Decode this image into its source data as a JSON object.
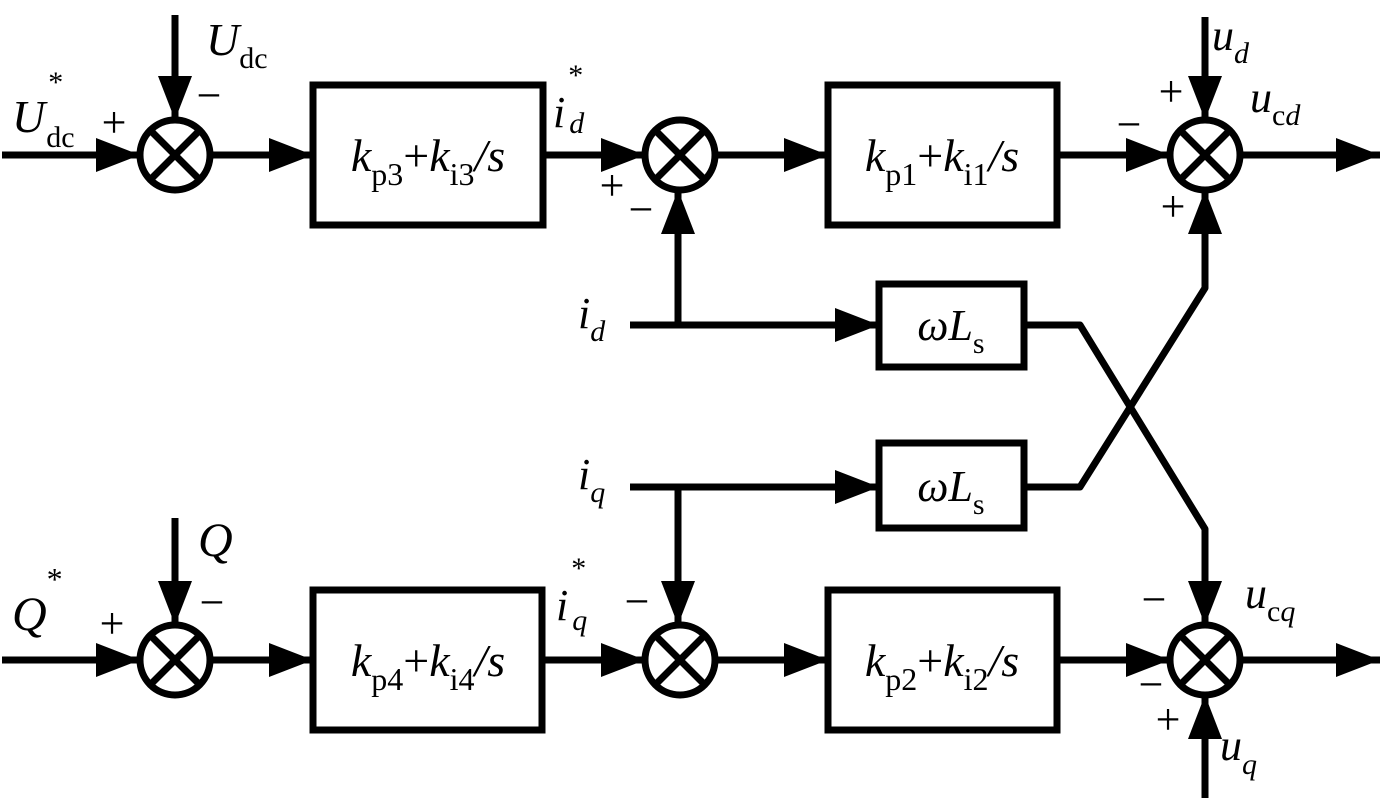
{
  "diagram": {
    "type": "control-block-diagram",
    "background_color": "#ffffff",
    "line_color": "#000000"
  },
  "labels": {
    "udc_ref": {
      "base": "U",
      "sup": "*",
      "sub": "dc"
    },
    "udc": {
      "base": "U",
      "sub": "dc"
    },
    "id_ref": {
      "base": "i",
      "sup": "*",
      "sub": "d"
    },
    "id": {
      "base": "i",
      "sub": "d"
    },
    "iq": {
      "base": "i",
      "sub": "q"
    },
    "iq_ref": {
      "base": "i",
      "sup": "*",
      "sub": "q"
    },
    "q_ref": {
      "base": "Q",
      "sup": "*"
    },
    "q": {
      "base": "Q"
    },
    "ud": {
      "base": "u",
      "sub": "d"
    },
    "ucd": {
      "base": "u",
      "sub": "c",
      "sub2": "d"
    },
    "uq": {
      "base": "u",
      "sub": "q"
    },
    "ucq": {
      "base": "u",
      "sub": "c",
      "sub2": "q"
    }
  },
  "blocks": {
    "pi_vdc": {
      "k1": "k",
      "s1": "p3",
      "plus": "+",
      "k2": "k",
      "s2": "i3",
      "div": "/s"
    },
    "pi_id": {
      "k1": "k",
      "s1": "p1",
      "plus": "+",
      "k2": "k",
      "s2": "i1",
      "div": "/s"
    },
    "pi_q": {
      "k1": "k",
      "s1": "p4",
      "plus": "+",
      "k2": "k",
      "s2": "i4",
      "div": "/s"
    },
    "pi_iq": {
      "k1": "k",
      "s1": "p2",
      "plus": "+",
      "k2": "k",
      "s2": "i2",
      "div": "/s"
    },
    "wls_d": {
      "base": "ωL",
      "sub": "s"
    },
    "wls_q": {
      "base": "ωL",
      "sub": "s"
    }
  },
  "signs": {
    "j1_left": "+",
    "j1_top": "−",
    "j2_left": "+",
    "j2_bottom": "−",
    "j3_top": "+",
    "j3_left": "−",
    "j3_bottom": "+",
    "j4_left": "+",
    "j4_top": "−",
    "j5_top": "−",
    "j6_top": "−",
    "j6_left": "−",
    "j6_bottom": "+"
  }
}
